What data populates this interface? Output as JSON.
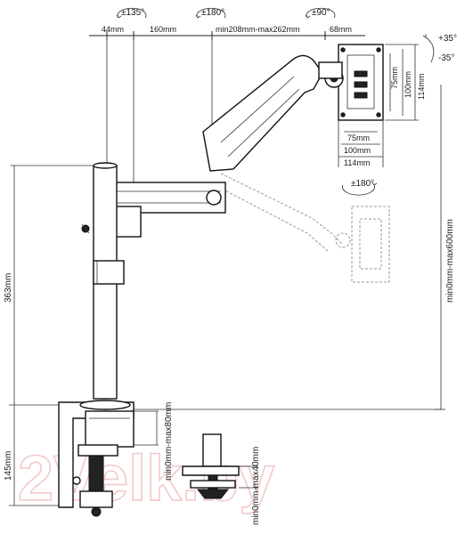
{
  "rotation": {
    "r1": "±135°",
    "r2": "±180°",
    "r3": "±90°",
    "r4": "±180°",
    "tilt_up": "+35°",
    "tilt_down": "-35°"
  },
  "dims": {
    "d44": "44mm",
    "d160": "160mm",
    "range": "min208mm-max262mm",
    "d68": "68mm",
    "v75": "75mm",
    "v100": "100mm",
    "v114": "114mm",
    "h75": "75mm",
    "h100": "100mm",
    "h114": "114mm",
    "height_range": "min0mm-max600mm",
    "pole": "363mm",
    "clamp": "145mm",
    "clamp_range": "min0mm-max80mm",
    "grommet_range": "min0mm-max40mm"
  },
  "watermark": "2Velk.by"
}
